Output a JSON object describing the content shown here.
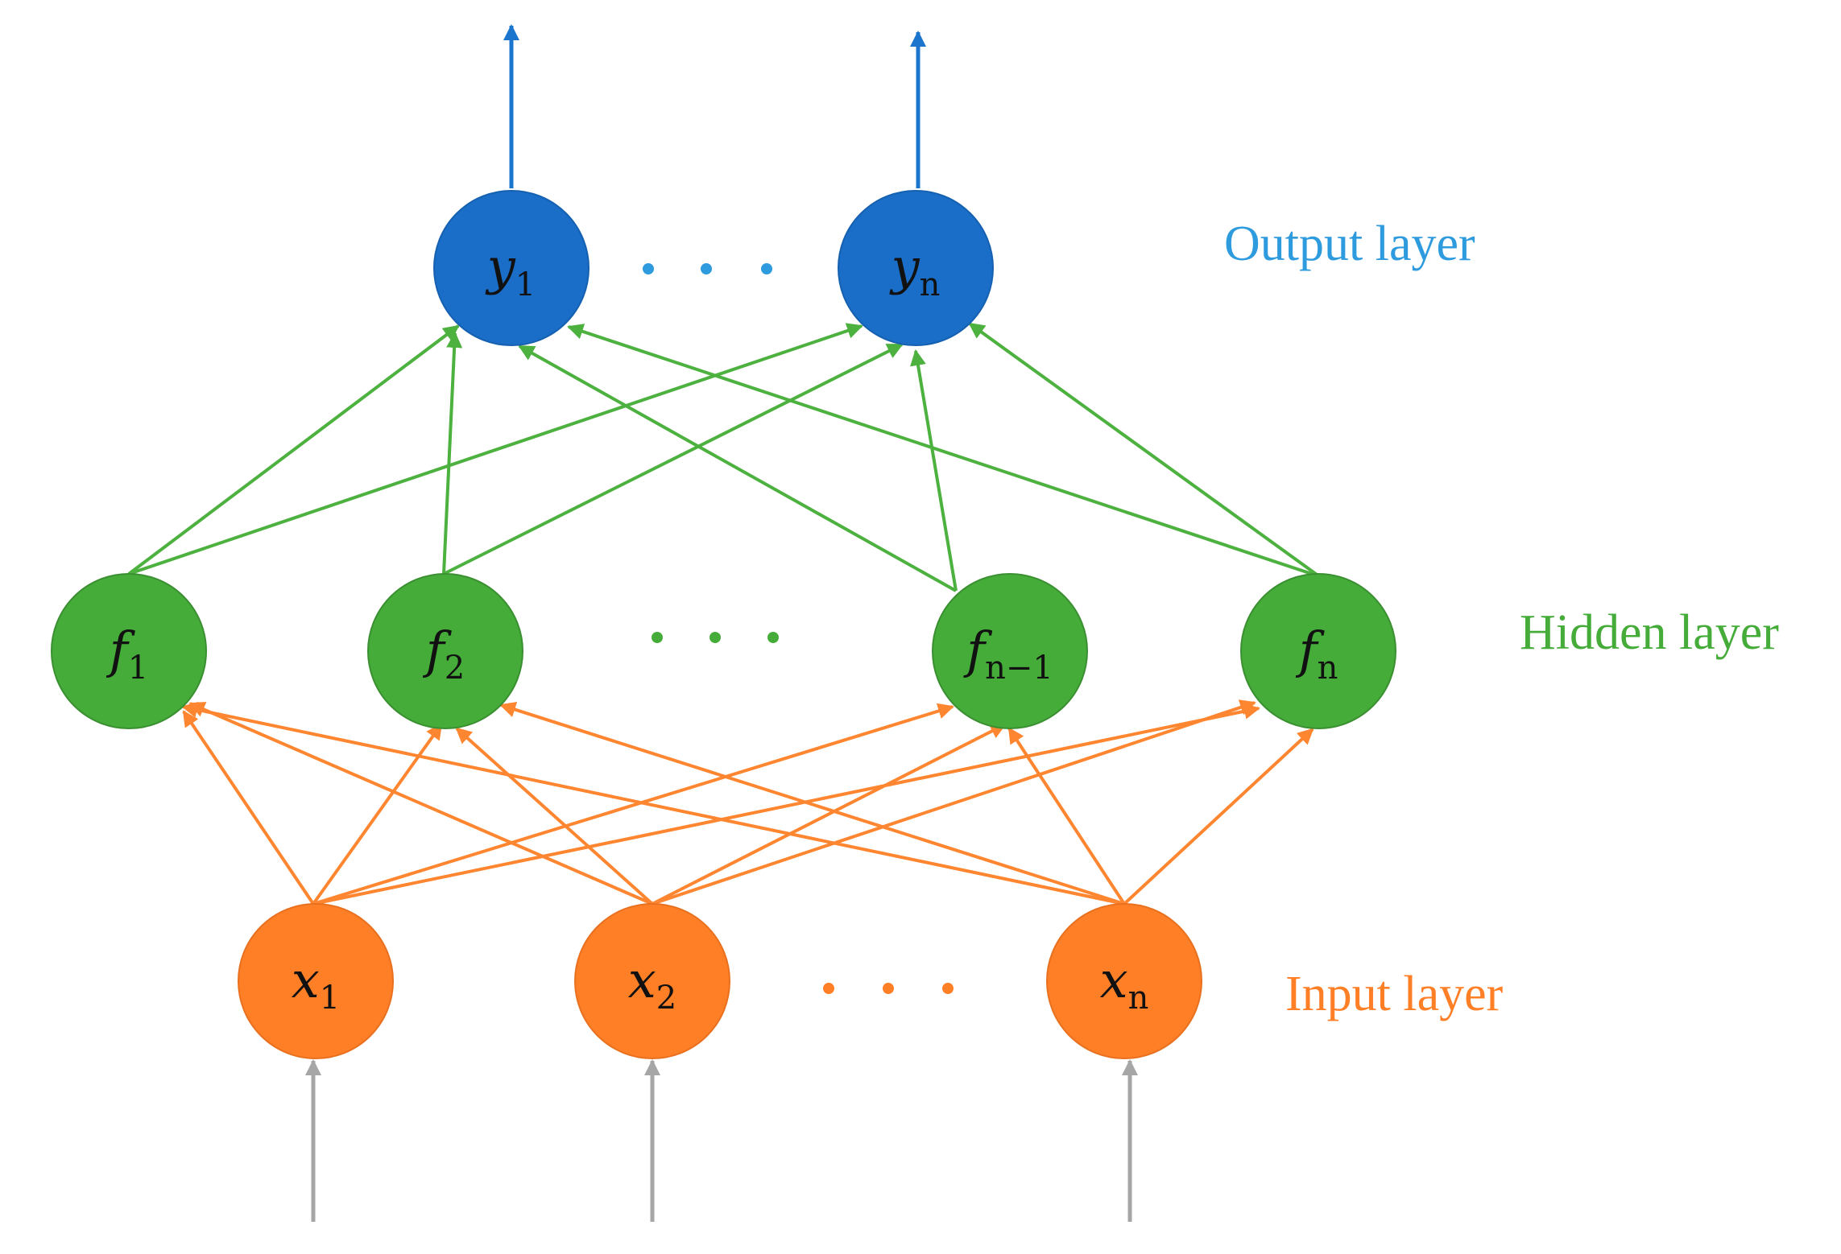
{
  "colors": {
    "output": "#1A6EC7",
    "output_arrow": "#1B75CC",
    "output_text": "#2E9BDE",
    "hidden": "#45AC3A",
    "hidden_edge": "#4DB13F",
    "input": "#FF7F27",
    "input_edge": "#FF8630",
    "feed": "#A6A6A6"
  },
  "layers": {
    "output": {
      "label": "Output layer",
      "nodes": [
        {
          "base": "y",
          "sub": "1"
        },
        {
          "base": "y",
          "sub": "n"
        }
      ]
    },
    "hidden": {
      "label": "Hidden layer",
      "nodes": [
        {
          "base": "f",
          "sub": "1"
        },
        {
          "base": "f",
          "sub": "2"
        },
        {
          "base": "f",
          "sub": "n−1"
        },
        {
          "base": "f",
          "sub": "n"
        }
      ]
    },
    "input": {
      "label": "Input layer",
      "nodes": [
        {
          "base": "x",
          "sub": "1"
        },
        {
          "base": "x",
          "sub": "2"
        },
        {
          "base": "x",
          "sub": "n"
        }
      ]
    }
  }
}
